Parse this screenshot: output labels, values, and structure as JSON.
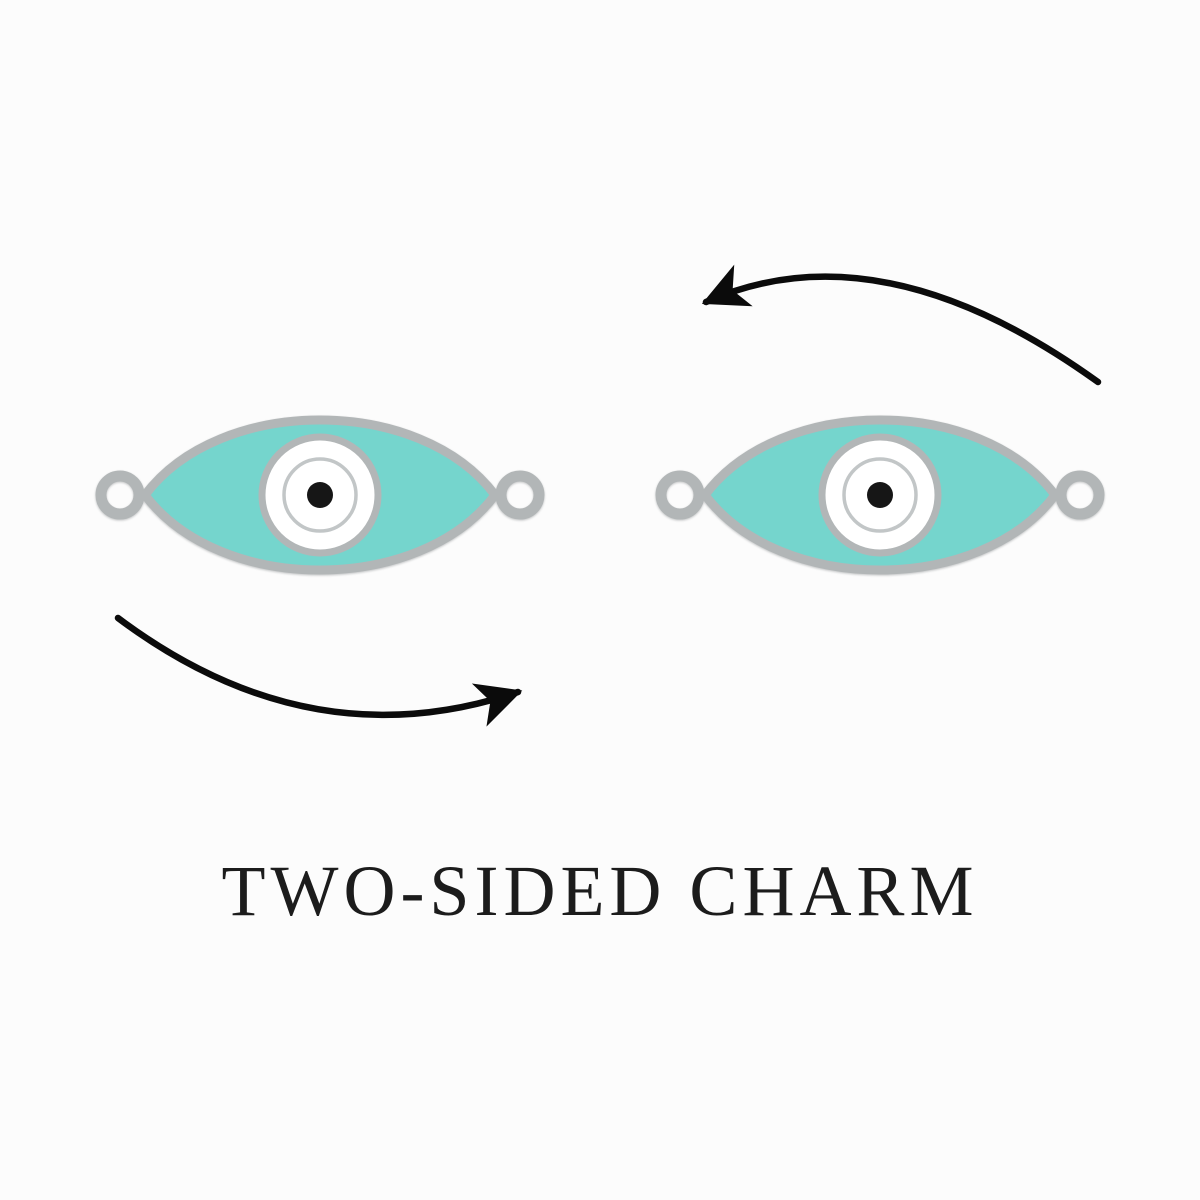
{
  "caption": {
    "text": "TWO-SIDED CHARM",
    "color": "#1c1c1c"
  },
  "charm": {
    "kind": "evil-eye-connector-charm",
    "enamel_color": "#75d5cd",
    "metal_color": "#b2b6b7",
    "metal_edge_color": "#9aa0a1",
    "iris_color": "#ffffff",
    "iris_ring_color": "#c2c6c7",
    "pupil_color": "#161616",
    "loop_hole_color": "#ffffff"
  },
  "arrows": {
    "color": "#0b0b0b",
    "top_direction": "counterclockwise",
    "bottom_direction": "clockwise"
  }
}
